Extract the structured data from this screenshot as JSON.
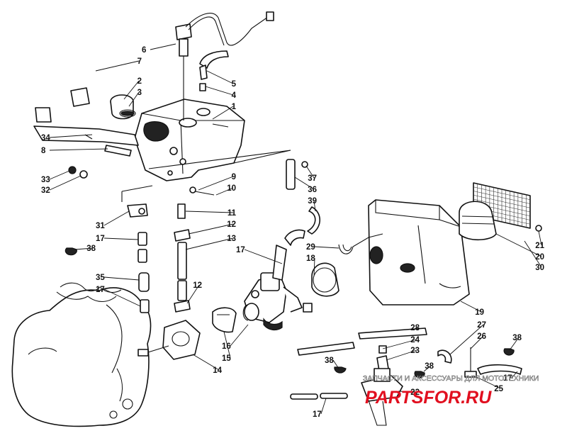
{
  "callouts": [
    {
      "label": "6"
    },
    {
      "label": "7"
    },
    {
      "label": "2"
    },
    {
      "label": "3"
    },
    {
      "label": "5"
    },
    {
      "label": "4"
    },
    {
      "label": "1"
    },
    {
      "label": "34"
    },
    {
      "label": "8"
    },
    {
      "label": "33"
    },
    {
      "label": "32"
    },
    {
      "label": "9"
    },
    {
      "label": "10"
    },
    {
      "label": "37"
    },
    {
      "label": "36"
    },
    {
      "label": "39"
    },
    {
      "label": "11"
    },
    {
      "label": "12"
    },
    {
      "label": "31"
    },
    {
      "label": "17"
    },
    {
      "label": "38"
    },
    {
      "label": "13"
    },
    {
      "label": "17"
    },
    {
      "label": "29"
    },
    {
      "label": "18"
    },
    {
      "label": "21"
    },
    {
      "label": "20"
    },
    {
      "label": "30"
    },
    {
      "label": "35"
    },
    {
      "label": "17"
    },
    {
      "label": "12"
    },
    {
      "label": "19"
    },
    {
      "label": "16"
    },
    {
      "label": "15"
    },
    {
      "label": "14"
    },
    {
      "label": "28"
    },
    {
      "label": "27"
    },
    {
      "label": "24"
    },
    {
      "label": "26"
    },
    {
      "label": "38"
    },
    {
      "label": "23"
    },
    {
      "label": "38"
    },
    {
      "label": "38"
    },
    {
      "label": "17"
    },
    {
      "label": "25"
    },
    {
      "label": "22"
    },
    {
      "label": "17"
    }
  ],
  "watermark": {
    "caption": "ЗАПЧАСТИ И АКСЕССУАРЫ ДЛЯ МОТОТЕХНИКИ",
    "brand": "PARTSFOR.RU",
    "brand_color": "#e10f1f"
  }
}
